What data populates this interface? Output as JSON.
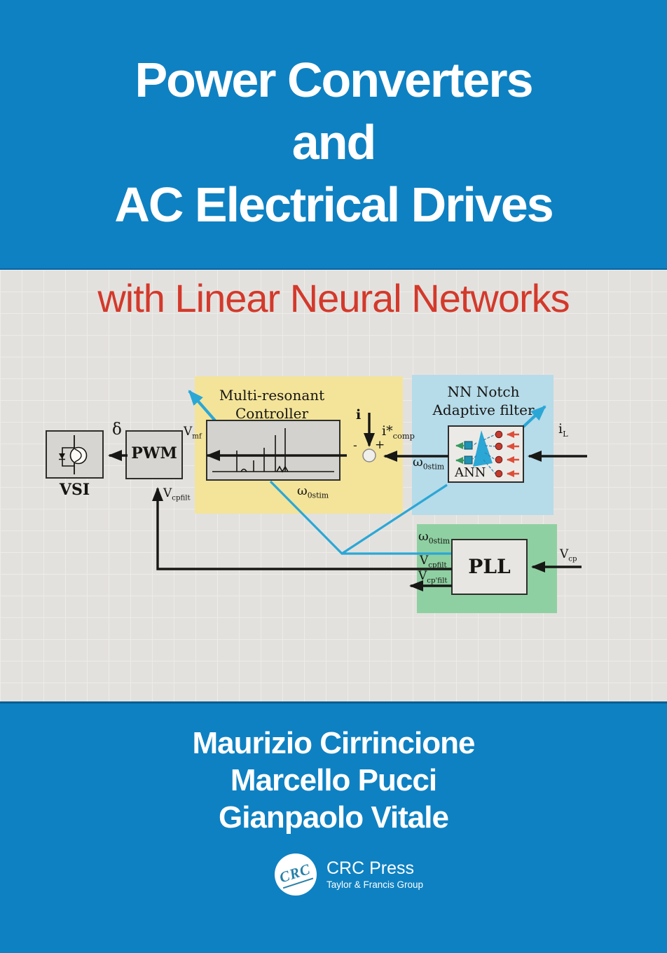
{
  "cover": {
    "title": [
      "Power Converters",
      "and",
      "AC Electrical Drives"
    ],
    "subtitle": "with Linear Neural Networks",
    "authors": [
      "Maurizio Cirrincione",
      "Marcello Pucci",
      "Gianpaolo Vitale"
    ],
    "publisher": {
      "badge": "CRC",
      "name": "CRC Press",
      "group": "Taylor & Francis Group"
    },
    "colors": {
      "band_blue": "#0e81c2",
      "subtitle_red": "#d3392b",
      "panel_yellow": "#f3e49a",
      "panel_light_blue": "#b6dbe9",
      "panel_green": "#8fd0a2",
      "accent_cyan": "#2ba7d6"
    }
  },
  "diagram": {
    "blocks": {
      "vsi": "VSI",
      "pwm": "PWM",
      "pll": "PLL",
      "ann": "ANN"
    },
    "mrc_title": {
      "line1": "Multi-resonant",
      "line2": "Controller"
    },
    "nn_title": {
      "line1": "NN Notch",
      "line2": "Adaptive filter"
    },
    "labels": {
      "delta": "δ",
      "v": "V",
      "mf": "mf",
      "cpfilt": "cpfilt",
      "cp_prime_filt": "cp'filt",
      "cp": "cp",
      "i": "i",
      "i_star": "i*",
      "comp": "comp",
      "omega": "ω",
      "omega_sub": "0stim",
      "L": "L",
      "minus": "-",
      "plus": "+"
    }
  }
}
